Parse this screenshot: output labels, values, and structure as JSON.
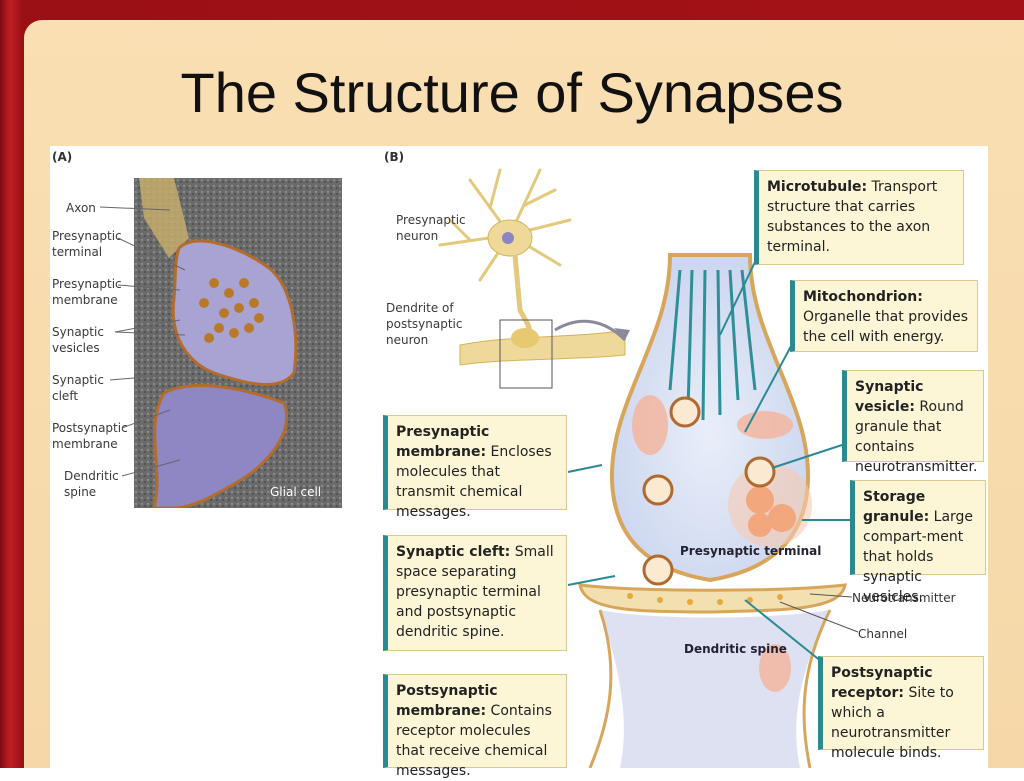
{
  "title": "The Structure of Synapses",
  "panel_a": {
    "letter": "(A)",
    "labels": [
      "Axon",
      "Presynaptic\nterminal",
      "Presynaptic\nmembrane",
      "Synaptic\nvesicles",
      "Synaptic\ncleft",
      "Postsynaptic\nmembrane",
      "Dendritic\nspine"
    ],
    "glial": "Glial cell"
  },
  "panel_b": {
    "letter": "(B)",
    "neuron_labels": {
      "presynaptic_neuron": "Presynaptic\nneuron",
      "dendrite": "Dendrite of\npostsynaptic\nneuron"
    },
    "center": {
      "presynaptic_terminal": "Presynaptic\nterminal",
      "dendritic_spine": "Dendritic\nspine"
    },
    "side_labels": {
      "neurotransmitter": "Neurotransmitter",
      "channel": "Channel"
    },
    "boxes": {
      "microtubule": {
        "term": "Microtubule:",
        "text": " Transport structure that carries substances to the axon terminal."
      },
      "mitochondrion": {
        "term": "Mitochondrion:",
        "text": " Organelle that provides the cell with energy."
      },
      "synaptic_vesicle": {
        "term": "Synaptic vesicle:",
        "text": " Round granule that contains neurotransmitter."
      },
      "storage_granule": {
        "term": "Storage granule:",
        "text": " Large compart-ment that holds synaptic vesicles."
      },
      "presynaptic_membrane": {
        "term": "Presynaptic membrane:",
        "text": " Encloses molecules that transmit chemical messages."
      },
      "synaptic_cleft": {
        "term": "Synaptic cleft:",
        "text": " Small space separating presynaptic terminal and postsynaptic dendritic spine."
      },
      "postsynaptic_membrane": {
        "term": "Postsynaptic membrane:",
        "text": " Contains receptor molecules that receive chemical messages."
      },
      "postsynaptic_receptor": {
        "term": "Postsynaptic receptor:",
        "text": " Site to which a neurotransmitter molecule binds."
      }
    }
  }
}
